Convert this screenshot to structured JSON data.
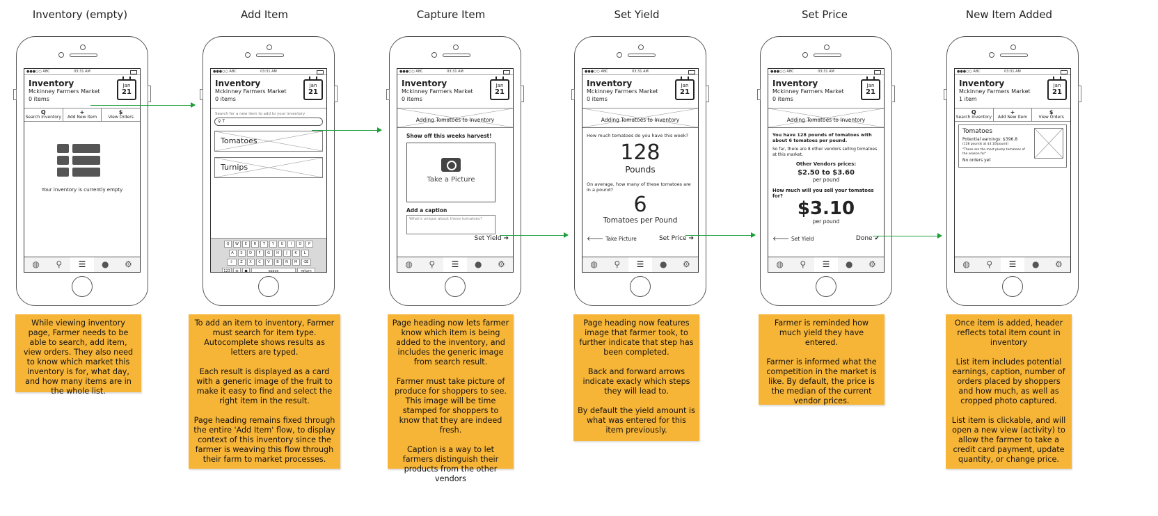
{
  "columns": [
    {
      "title": "Inventory (empty)"
    },
    {
      "title": "Add Item"
    },
    {
      "title": "Capture Item"
    },
    {
      "title": "Set Yield"
    },
    {
      "title": "Set Price"
    },
    {
      "title": "New Item Added"
    }
  ],
  "status": {
    "carrier": "●●●○○ ABC",
    "time": "03:31 AM"
  },
  "header": {
    "title": "Inventory",
    "market": "Mckinney Farmers Market",
    "count_empty": "0 items",
    "count_one": "1 item"
  },
  "calendar": {
    "month": "Jan",
    "day": "21"
  },
  "actions": {
    "search": "Search Inventory",
    "add": "Add New Item",
    "orders": "View Orders",
    "search_icon": "Q",
    "add_icon": "+",
    "orders_icon": "$"
  },
  "empty": {
    "message": "Your inventory is currently empty"
  },
  "add_item": {
    "search_hint": "Search for a new item to add to your inventory",
    "search_value": "T",
    "results": [
      "Tomatoes",
      "Turnips"
    ]
  },
  "keyboard": {
    "row1": [
      "Q",
      "W",
      "E",
      "R",
      "T",
      "Y",
      "U",
      "I",
      "O",
      "P"
    ],
    "row2": [
      "A",
      "S",
      "D",
      "F",
      "G",
      "H",
      "J",
      "K",
      "L"
    ],
    "row3": [
      "Z",
      "X",
      "C",
      "V",
      "B",
      "N",
      "M"
    ],
    "num": "123",
    "space": "space",
    "return": "return"
  },
  "banner": "Adding Tomatoes to Inventory",
  "capture": {
    "prompt": "Show off this weeks harvest!",
    "take_picture": "Take a Picture",
    "caption_label": "Add a caption",
    "caption_placeholder": "What's unique about these tomatoes?",
    "next": "Set Yield"
  },
  "yield": {
    "question1": "How much tomatoes do you have this week?",
    "amount": "128",
    "unit": "Pounds",
    "question2": "On average, how many of these tomatoes are in a pound?",
    "per": "6",
    "per_unit": "Tomatoes per Pound",
    "back": "Take Picture",
    "next": "Set Price"
  },
  "price": {
    "summary": "You have 128 pounds of tomatoes with about 6 tomatoes per pound.",
    "info": "So far, there are 8 other vendors selling tomatoes at this market.",
    "others_label": "Other Vendors prices:",
    "range": "$2.50 to $3.60",
    "per_pound": "per pound",
    "question": "How much will you sell your tomatoes for?",
    "value": "$3.10",
    "back": "Set Yield",
    "done": "Done"
  },
  "added": {
    "item": "Tomatoes",
    "earnings": "Potential earnings: $396.8",
    "detail": "(128 pounds at $3.10/pound)",
    "caption": "\"These are the most plump tomatoes of the season for\"",
    "orders": "No orders yet"
  },
  "notes": [
    [
      "While viewing inventory page, Farmer needs to be able to search, add item, view orders. They also need to know which market this inventory is for, what day, and how many items are in the whole list."
    ],
    [
      "To add an item to inventory, Farmer must search for item type. Autocomplete shows results as letters are typed.",
      "Each result is displayed as a card with a generic image of the fruit to make it easy to find and select the right item in the result.",
      "Page heading remains fixed through the entire 'Add Item' flow, to display context of this inventory since the farmer is weaving this flow through their farm to market processes."
    ],
    [
      "Page heading now lets farmer know which item is being added to the inventory, and includes the generic image from search result.",
      "Farmer must take picture of produce for shoppers to see. This image will be time stamped for shoppers to know that they are indeed fresh.",
      "Caption is a way to let farmers distinguish their products from the other vendors"
    ],
    [
      "Page heading now features image that farmer took, to further indicate that step has been completed.",
      "Back and forward arrows indicate exacly which steps they will lead to.",
      "By default the yield amount is what was entered for this item previously."
    ],
    [
      "Farmer is reminded how much yield they have entered.",
      "Farmer is informed what the competition in the market is like. By default, the price is the median of the current vendor prices."
    ],
    [
      "Once item is added, header reflects total item count in inventory",
      "List item includes potential earnings, caption, number of orders placed by shoppers and how much, as well as cropped photo captured.",
      "List item is clickable, and will open a new view (activity) to allow the farmer to take a credit card payment, update quantity, or change price."
    ]
  ]
}
